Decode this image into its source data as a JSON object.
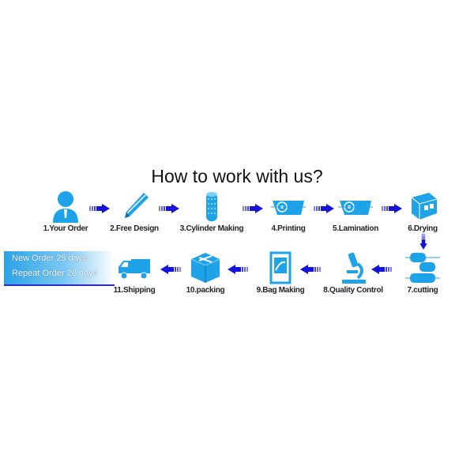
{
  "title": "How to work with us?",
  "banner": {
    "line1": "New Order 25 days",
    "line2": "Repeat Order 20 days"
  },
  "colors": {
    "icon": "#1ea3e8",
    "arrow": "#1414d8"
  },
  "steps": [
    {
      "label": "1.Your Order",
      "icon": "person-icon"
    },
    {
      "label": "2.Free Design",
      "icon": "pencil-icon"
    },
    {
      "label": "3.Cylinder Making",
      "icon": "cylinder-icon"
    },
    {
      "label": "4.Printing",
      "icon": "printing-roller-icon"
    },
    {
      "label": "5.Lamination",
      "icon": "lamination-roller-icon"
    },
    {
      "label": "6.Drying",
      "icon": "drying-box-icon"
    },
    {
      "label": "7.cutting",
      "icon": "cutting-rollers-icon"
    },
    {
      "label": "8.Quality Control",
      "icon": "microscope-icon"
    },
    {
      "label": "9.Bag Making",
      "icon": "bag-icon"
    },
    {
      "label": "10.packing",
      "icon": "package-icon"
    },
    {
      "label": "11.Shipping",
      "icon": "truck-icon"
    }
  ]
}
